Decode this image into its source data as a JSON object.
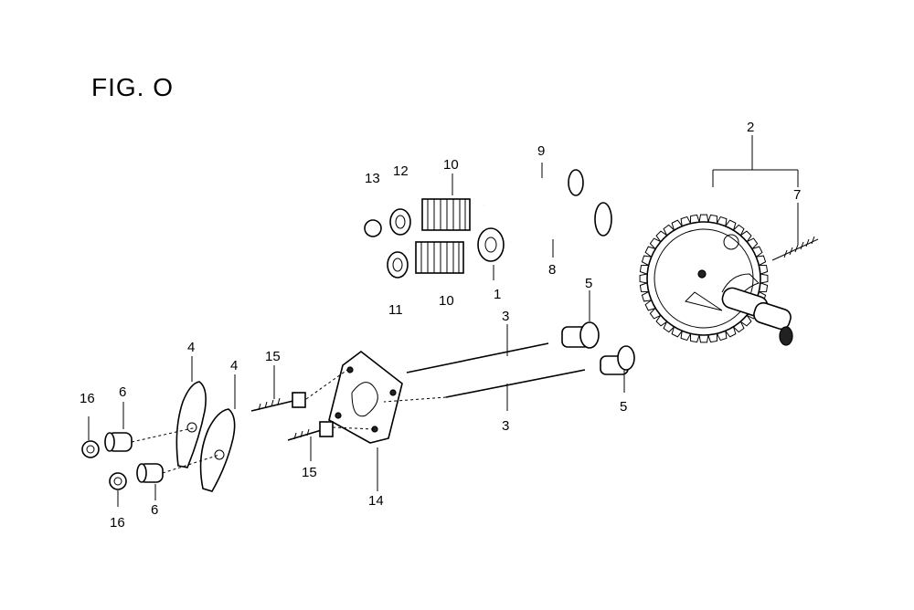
{
  "figure": {
    "title": "FIG. O"
  },
  "callouts": {
    "c1": "1",
    "c2": "2",
    "c3a": "3",
    "c3b": "3",
    "c4a": "4",
    "c4b": "4",
    "c5a": "5",
    "c5b": "5",
    "c6a": "6",
    "c6b": "6",
    "c7": "7",
    "c8": "8",
    "c9": "9",
    "c10a": "10",
    "c10b": "10",
    "c11": "11",
    "c12": "12",
    "c13": "13",
    "c14": "14",
    "c15a": "15",
    "c15b": "15",
    "c16a": "16",
    "c16b": "16"
  }
}
